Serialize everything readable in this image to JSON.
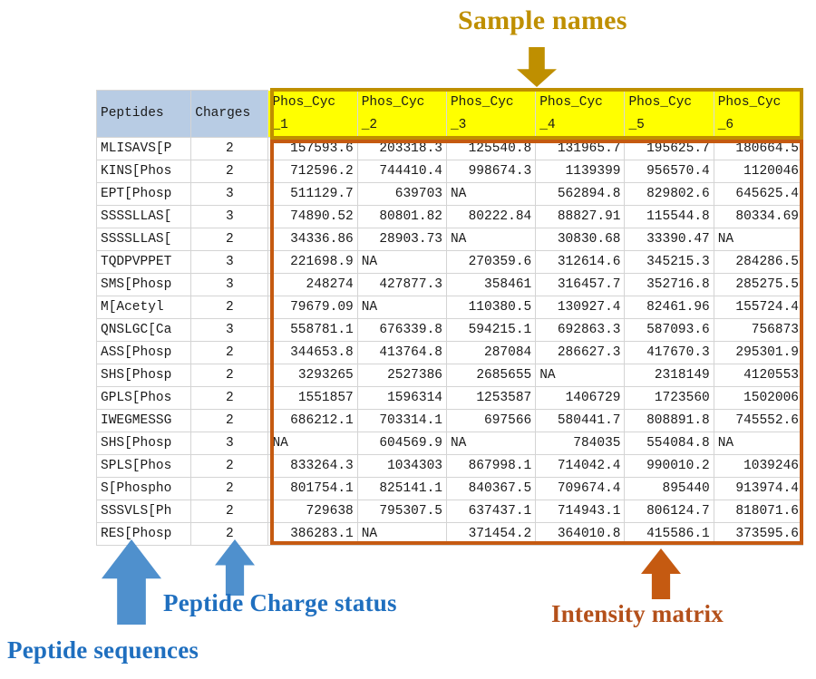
{
  "annotations": {
    "sample_names": "Sample names",
    "peptide_charge_status": "Peptide Charge status",
    "peptide_sequences": "Peptide sequences",
    "intensity_matrix": "Intensity matrix"
  },
  "colors": {
    "sample_names_accent": "#bf8f00",
    "peptide_accent": "#1f6fbf",
    "intensity_accent": "#c55a11",
    "header_blue": "#b8cce4",
    "header_yellow": "#ffff00"
  },
  "table": {
    "headers": {
      "peptides": "Peptides",
      "charges": "Charges",
      "samples": [
        "Phos_Cyc\n_1",
        "Phos_Cyc\n_2",
        "Phos_Cyc\n_3",
        "Phos_Cyc\n_4",
        "Phos_Cyc\n_5",
        "Phos_Cyc\n_6"
      ]
    },
    "rows": [
      {
        "peptide": "MLISAVS[P",
        "charge": "2",
        "values": [
          "157593.6",
          "203318.3",
          "125540.8",
          "131965.7",
          "195625.7",
          "180664.5"
        ]
      },
      {
        "peptide": "KINS[Phos",
        "charge": "2",
        "values": [
          "712596.2",
          "744410.4",
          "998674.3",
          "1139399",
          "956570.4",
          "1120046"
        ]
      },
      {
        "peptide": "EPT[Phosp",
        "charge": "3",
        "values": [
          "511129.7",
          "639703",
          "NA",
          "562894.8",
          "829802.6",
          "645625.4"
        ]
      },
      {
        "peptide": "SSSSLLAS[",
        "charge": "3",
        "values": [
          "74890.52",
          "80801.82",
          "80222.84",
          "88827.91",
          "115544.8",
          "80334.69"
        ]
      },
      {
        "peptide": "SSSSLLAS[",
        "charge": "2",
        "values": [
          "34336.86",
          "28903.73",
          "NA",
          "30830.68",
          "33390.47",
          "NA"
        ]
      },
      {
        "peptide": "TQDPVPPET",
        "charge": "3",
        "values": [
          "221698.9",
          "NA",
          "270359.6",
          "312614.6",
          "345215.3",
          "284286.5"
        ]
      },
      {
        "peptide": "SMS[Phosp",
        "charge": "3",
        "values": [
          "248274",
          "427877.3",
          "358461",
          "316457.7",
          "352716.8",
          "285275.5"
        ]
      },
      {
        "peptide": "M[Acetyl",
        "charge": "2",
        "values": [
          "79679.09",
          "NA",
          "110380.5",
          "130927.4",
          "82461.96",
          "155724.4"
        ]
      },
      {
        "peptide": "QNSLGC[Ca",
        "charge": "3",
        "values": [
          "558781.1",
          "676339.8",
          "594215.1",
          "692863.3",
          "587093.6",
          "756873"
        ]
      },
      {
        "peptide": "ASS[Phosp",
        "charge": "2",
        "values": [
          "344653.8",
          "413764.8",
          "287084",
          "286627.3",
          "417670.3",
          "295301.9"
        ]
      },
      {
        "peptide": "SHS[Phosp",
        "charge": "2",
        "values": [
          "3293265",
          "2527386",
          "2685655",
          "NA",
          "2318149",
          "4120553"
        ]
      },
      {
        "peptide": "GPLS[Phos",
        "charge": "2",
        "values": [
          "1551857",
          "1596314",
          "1253587",
          "1406729",
          "1723560",
          "1502006"
        ]
      },
      {
        "peptide": "IWEGMESSG",
        "charge": "2",
        "values": [
          "686212.1",
          "703314.1",
          "697566",
          "580441.7",
          "808891.8",
          "745552.6"
        ]
      },
      {
        "peptide": "SHS[Phosp",
        "charge": "3",
        "values": [
          "NA",
          "604569.9",
          "NA",
          "784035",
          "554084.8",
          "NA"
        ]
      },
      {
        "peptide": "SPLS[Phos",
        "charge": "2",
        "values": [
          "833264.3",
          "1034303",
          "867998.1",
          "714042.4",
          "990010.2",
          "1039246"
        ]
      },
      {
        "peptide": "S[Phospho",
        "charge": "2",
        "values": [
          "801754.1",
          "825141.1",
          "840367.5",
          "709674.4",
          "895440",
          "913974.4"
        ]
      },
      {
        "peptide": "SSSVLS[Ph",
        "charge": "2",
        "values": [
          "729638",
          "795307.5",
          "637437.1",
          "714943.1",
          "806124.7",
          "818071.6"
        ]
      },
      {
        "peptide": "RES[Phosp",
        "charge": "2",
        "values": [
          "386283.1",
          "NA",
          "371454.2",
          "364010.8",
          "415586.1",
          "373595.6"
        ]
      }
    ]
  }
}
